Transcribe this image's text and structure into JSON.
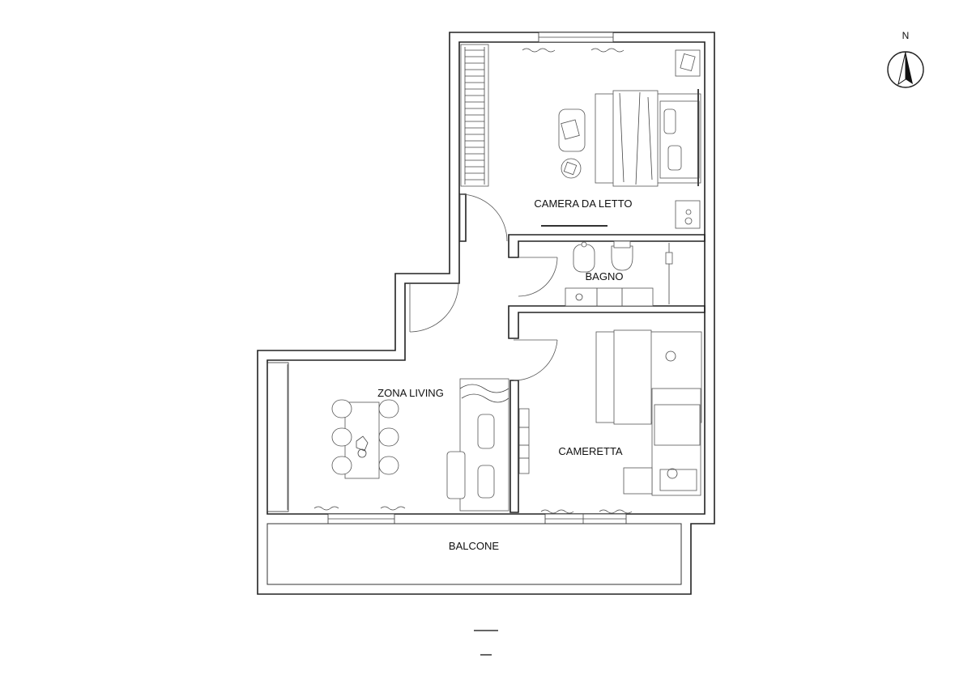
{
  "plan": {
    "rooms": {
      "bedroom": "CAMERA DA LETTO",
      "bathroom": "BAGNO",
      "living": "ZONA LIVING",
      "kids_room": "CAMERETTA",
      "balcony": "BALCONE"
    },
    "compass": {
      "label": "N",
      "icon": "north-arrow-icon"
    }
  }
}
